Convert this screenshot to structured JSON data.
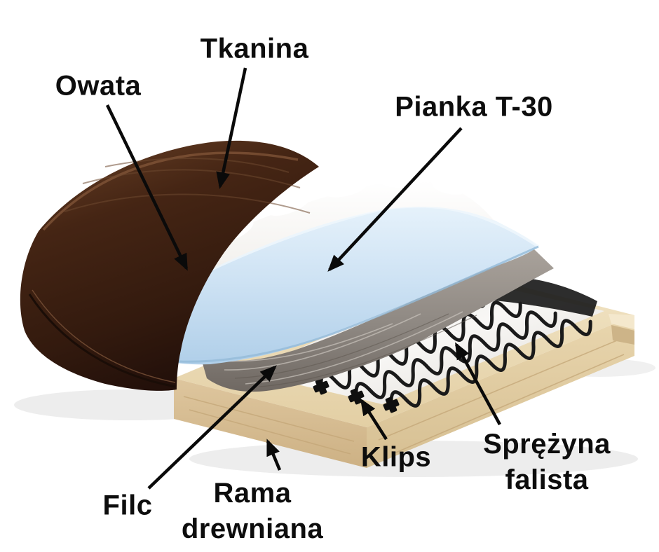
{
  "labels": {
    "tkanina": {
      "text": "Tkanina"
    },
    "owata": {
      "text": "Owata"
    },
    "pianka": {
      "text": "Pianka T-30"
    },
    "filc": {
      "text": "Filc"
    },
    "rama": {
      "lines": [
        "Rama",
        "drewniana"
      ]
    },
    "klips": {
      "text": "Klips"
    },
    "sprezyna": {
      "lines": [
        "Sprężyna",
        "falista"
      ]
    }
  },
  "colors": {
    "background": "#ffffff",
    "label_text": "#0d0d0d",
    "arrow": "#0a0a0a",
    "leather": "#3a1f12",
    "wadding": "#f7f6f4",
    "foam": "#c9e0f2",
    "felt": "#8d8781",
    "wood": "#e9d9b5",
    "spring": "#1a1a1a"
  }
}
